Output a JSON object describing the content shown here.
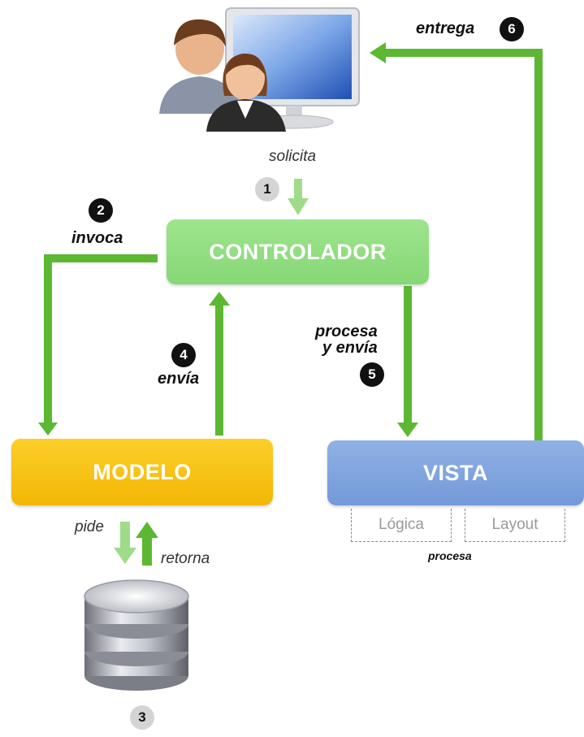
{
  "boxes": {
    "controlador": "CONTROLADOR",
    "modelo": "MODELO",
    "vista": "VISTA"
  },
  "sub_boxes": {
    "logica": "Lógica",
    "layout": "Layout"
  },
  "labels": {
    "entrega": "entrega",
    "solicita": "solicita",
    "invoca": "invoca",
    "envia": "envía",
    "procesa_line1": "procesa",
    "procesa_line2": "y envía",
    "pide": "pide",
    "retorna": "retorna",
    "procesa_vista": "procesa"
  },
  "steps": {
    "s1": "1",
    "s2": "2",
    "s3": "3",
    "s4": "4",
    "s5": "5",
    "s6": "6"
  },
  "icons": {
    "users": "users-computer-icon",
    "database": "database-icon"
  },
  "colors": {
    "arrow_green": "#5cb832",
    "arrow_light_green": "#9fdc8a",
    "controlador": "#8fdc7d",
    "modelo": "#f7c10f",
    "vista": "#7fa3dd"
  }
}
